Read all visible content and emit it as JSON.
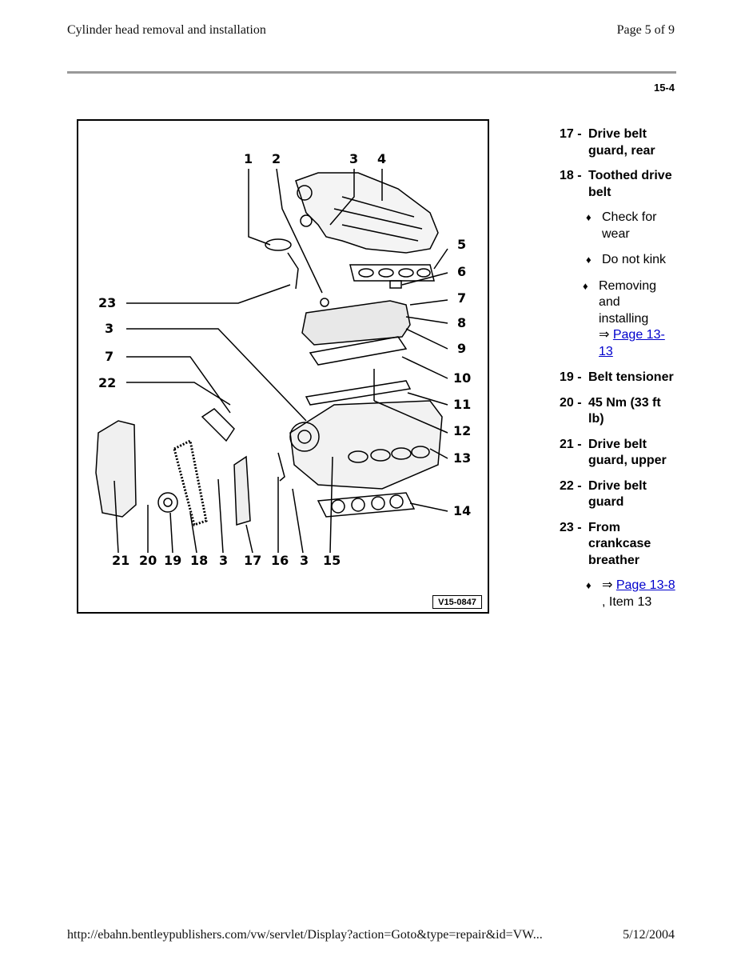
{
  "header": {
    "title": "Cylinder head removal and installation",
    "page": "Page 5 of 9"
  },
  "page_ref": "15-4",
  "figure": {
    "tag": "V15-0847",
    "callouts": [
      "1",
      "2",
      "3",
      "4",
      "5",
      "6",
      "7",
      "8",
      "9",
      "10",
      "11",
      "12",
      "13",
      "14",
      "23",
      "3",
      "7",
      "22",
      "21",
      "20",
      "19",
      "18",
      "3",
      "17",
      "16",
      "3",
      "15"
    ]
  },
  "legend": {
    "items": [
      {
        "num": "17 -",
        "label": "Drive belt guard, rear"
      },
      {
        "num": "18 -",
        "label": "Toothed drive belt"
      },
      {
        "num": "19 -",
        "label": "Belt tensioner"
      },
      {
        "num": "20 -",
        "label": "45 Nm (33 ft lb)"
      },
      {
        "num": "21 -",
        "label": "Drive belt guard, upper"
      },
      {
        "num": "22 -",
        "label": "Drive belt guard"
      },
      {
        "num": "23 -",
        "label": "From crankcase breather"
      }
    ],
    "bullets18": [
      {
        "text": "Check for wear"
      },
      {
        "text": "Do not kink"
      },
      {
        "pre": "Removing and installing",
        "arrow": "⇒",
        "link": "Page 13-13"
      }
    ],
    "bullets23": [
      {
        "arrow": "⇒",
        "link": "Page 13-8",
        "post": ", Item 13"
      }
    ],
    "diamond": "♦"
  },
  "footer": {
    "url": "http://ebahn.bentleypublishers.com/vw/servlet/Display?action=Goto&type=repair&id=VW...",
    "date": "5/12/2004"
  }
}
